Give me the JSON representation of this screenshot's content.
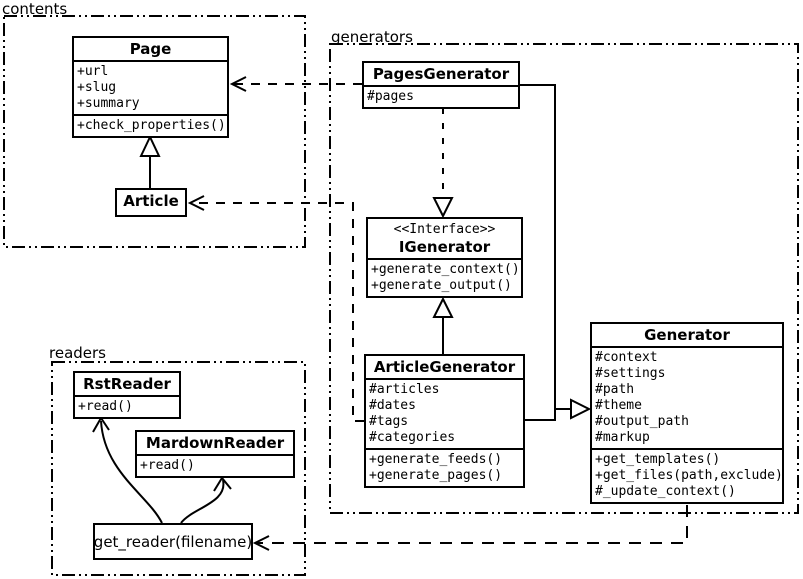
{
  "colors": {
    "line": "#000000",
    "background": "#ffffff"
  },
  "packages": {
    "contents": {
      "label": "contents"
    },
    "generators": {
      "label": "generators"
    },
    "readers": {
      "label": "readers"
    }
  },
  "classes": {
    "page": {
      "name": "Page",
      "attrs": [
        "+url",
        "+slug",
        "+summary"
      ],
      "methods": [
        "+check_properties()"
      ]
    },
    "article": {
      "name": "Article"
    },
    "pagesGenerator": {
      "name": "PagesGenerator",
      "attrs": [
        "#pages"
      ]
    },
    "iGenerator": {
      "stereotype": "<<Interface>>",
      "name": "IGenerator",
      "methods": [
        "+generate_context()",
        "+generate_output()"
      ]
    },
    "articleGenerator": {
      "name": "ArticleGenerator",
      "attrs": [
        "#articles",
        "#dates",
        "#tags",
        "#categories"
      ],
      "methods": [
        "+generate_feeds()",
        "+generate_pages()"
      ]
    },
    "generator": {
      "name": "Generator",
      "attrs": [
        "#context",
        "#settings",
        "#path",
        "#theme",
        "#output_path",
        "#markup"
      ],
      "methods": [
        "+get_templates()",
        "+get_files(path,exclude)",
        "#_update_context()"
      ]
    },
    "rstReader": {
      "name": "RstReader",
      "methods": [
        "+read()"
      ]
    },
    "mardownReader": {
      "name": "MardownReader",
      "methods": [
        "+read()"
      ]
    },
    "getReader": {
      "label": "get_reader(filename)"
    }
  },
  "relationships": [
    {
      "from": "Article",
      "to": "Page",
      "type": "inheritance"
    },
    {
      "from": "PagesGenerator",
      "to": "IGenerator",
      "type": "realization"
    },
    {
      "from": "ArticleGenerator",
      "to": "IGenerator",
      "type": "inheritance"
    },
    {
      "from": "PagesGenerator",
      "to": "Generator",
      "type": "inheritance"
    },
    {
      "from": "ArticleGenerator",
      "to": "Generator",
      "type": "inheritance"
    },
    {
      "from": "PagesGenerator",
      "to": "Page",
      "type": "dependency"
    },
    {
      "from": "ArticleGenerator",
      "to": "Article",
      "type": "dependency"
    },
    {
      "from": "Generator",
      "to": "get_reader(filename)",
      "type": "dependency"
    },
    {
      "from": "get_reader(filename)",
      "to": "RstReader",
      "type": "call"
    },
    {
      "from": "get_reader(filename)",
      "to": "MardownReader",
      "type": "call"
    }
  ]
}
